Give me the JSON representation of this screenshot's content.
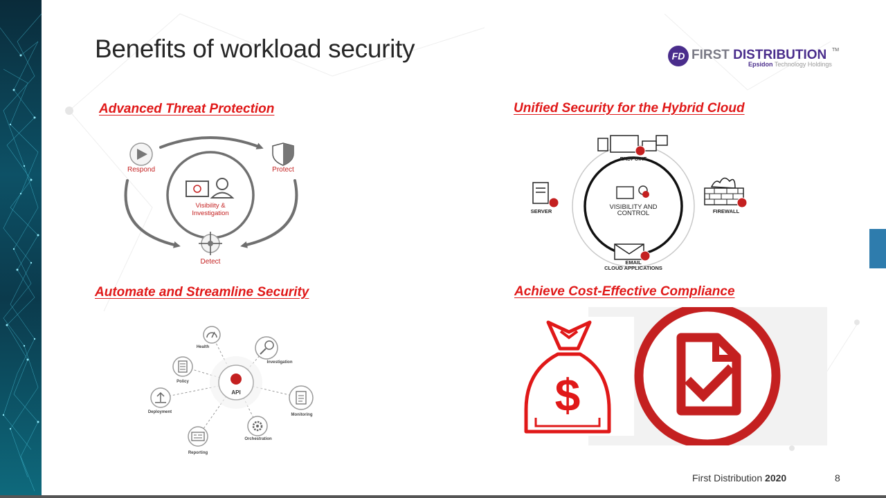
{
  "slide": {
    "title": "Benefits of workload security",
    "page_number": "8"
  },
  "logo": {
    "badge": "FD",
    "word_first": "FIRST ",
    "word_dist": "DISTRIBUTION",
    "tm": "TM",
    "sub_brand": "Epsidon",
    "sub_rest": " Technology Holdings"
  },
  "sections": {
    "atp": {
      "title": "Advanced Threat Protection",
      "respond": "Respond",
      "protect": "Protect",
      "detect": "Detect",
      "center_line1": "Visibility &",
      "center_line2": "Investigation"
    },
    "hybrid": {
      "title": "Unified Security for the Hybrid Cloud",
      "endpoint": "ENDPOINT",
      "server": "SERVER",
      "firewall": "FIREWALL",
      "email": "EMAIL",
      "cloud_apps": "CLOUD APPLICATIONS",
      "center_line1": "VISIBILITY AND",
      "center_line2": "CONTROL"
    },
    "automate": {
      "title": "Automate and Streamline Security",
      "center": "API",
      "health": "Health",
      "investigation": "Investigation",
      "policy": "Policy",
      "deployment": "Deployment",
      "monitoring": "Monitoring",
      "reporting": "Reporting",
      "orchestration": "Orchestration"
    },
    "compliance": {
      "title": "Achieve Cost-Effective Compliance",
      "dollar": "$"
    }
  },
  "footer": {
    "company": "First Distribution ",
    "year": "2020"
  },
  "colors": {
    "accent_red": "#e01818",
    "icon_red": "#c42020",
    "brand_purple": "#4a2d8c",
    "side_tab_blue": "#2e7cad"
  }
}
